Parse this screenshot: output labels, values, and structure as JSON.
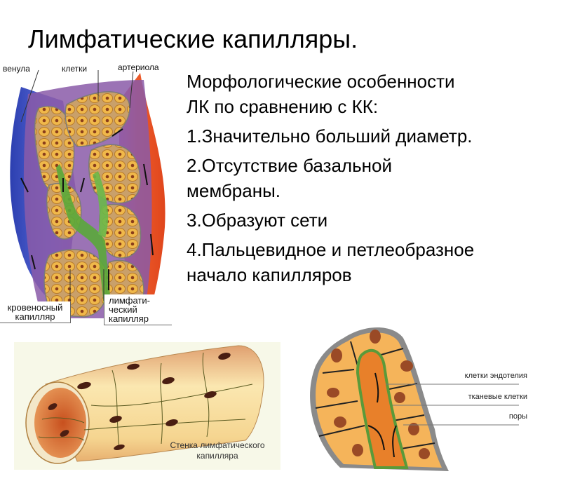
{
  "slide": {
    "title": "Лимфатические капилляры.",
    "body": {
      "intro_line1": "Морфологические особенности",
      "intro_line2": "ЛК по сравнению с КК:",
      "items": [
        {
          "line1": "1.Значительно больший диаметр."
        },
        {
          "line1": "2.Отсутствие базальной",
          "line2": "мембраны."
        },
        {
          "line1": "3.Образуют сети"
        },
        {
          "line1": "4.Пальцевидное и петлеобразное",
          "line2": "начало капилляров"
        }
      ]
    },
    "figures": {
      "network": {
        "labels": {
          "venule": "венула",
          "cells": "клетки",
          "arteriole": "артериола",
          "blood_capillary_line1": "кровеносный",
          "blood_capillary_line2": "капилляр",
          "lymph_capillary_line1": "лимфати-",
          "lymph_capillary_line2": "ческий",
          "lymph_capillary_line3": "капилляр"
        },
        "colors": {
          "venous": "#3a4fc4",
          "arterial": "#e0461c",
          "lymph": "#5aa83a",
          "cells": "#e8a93a",
          "nucleus": "#8a3d1a",
          "interstitium": "#8a5aa8"
        }
      },
      "wall": {
        "caption_line1": "Стенка лимфатического",
        "caption_line2": "капилляра",
        "colors": {
          "background": "#f7f8e8",
          "tube_light": "#f8e6a8",
          "tube_dark": "#d9874a",
          "nucleus": "#4a1e12"
        }
      },
      "finger": {
        "legend": [
          "клетки эндотелия",
          "тканевые клетки",
          "поры"
        ],
        "colors": {
          "cells": "#f5b45a",
          "lumen": "#e8802a",
          "endothelium": "#5a9a3a",
          "nucleus": "#9a4a26",
          "outline": "#8a8a8a"
        }
      }
    }
  }
}
